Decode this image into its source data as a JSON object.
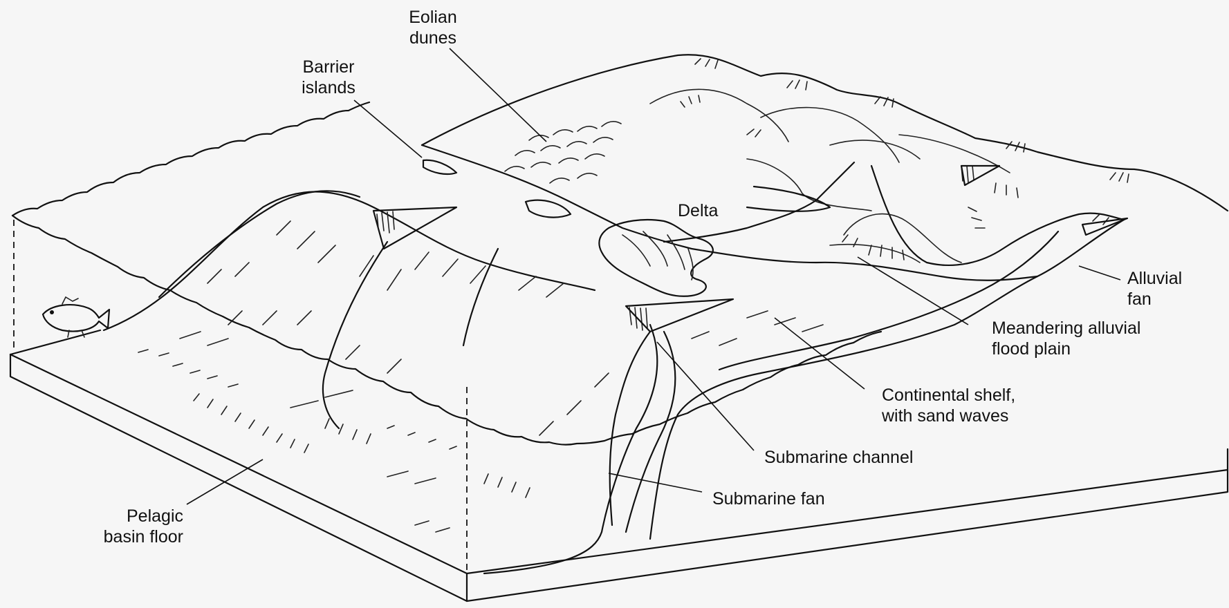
{
  "labels": {
    "eolian_dunes": [
      "Eolian",
      "dunes"
    ],
    "barrier_islands": [
      "Barrier",
      "islands"
    ],
    "delta": "Delta",
    "alluvial_fan": [
      "Alluvial",
      "fan"
    ],
    "meandering_flood_plain": [
      "Meandering alluvial",
      "flood plain"
    ],
    "continental_shelf": [
      "Continental shelf,",
      "with sand waves"
    ],
    "submarine_channel": "Submarine channel",
    "submarine_fan": "Submarine fan",
    "pelagic_basin_floor": [
      "Pelagic",
      "basin floor"
    ]
  }
}
